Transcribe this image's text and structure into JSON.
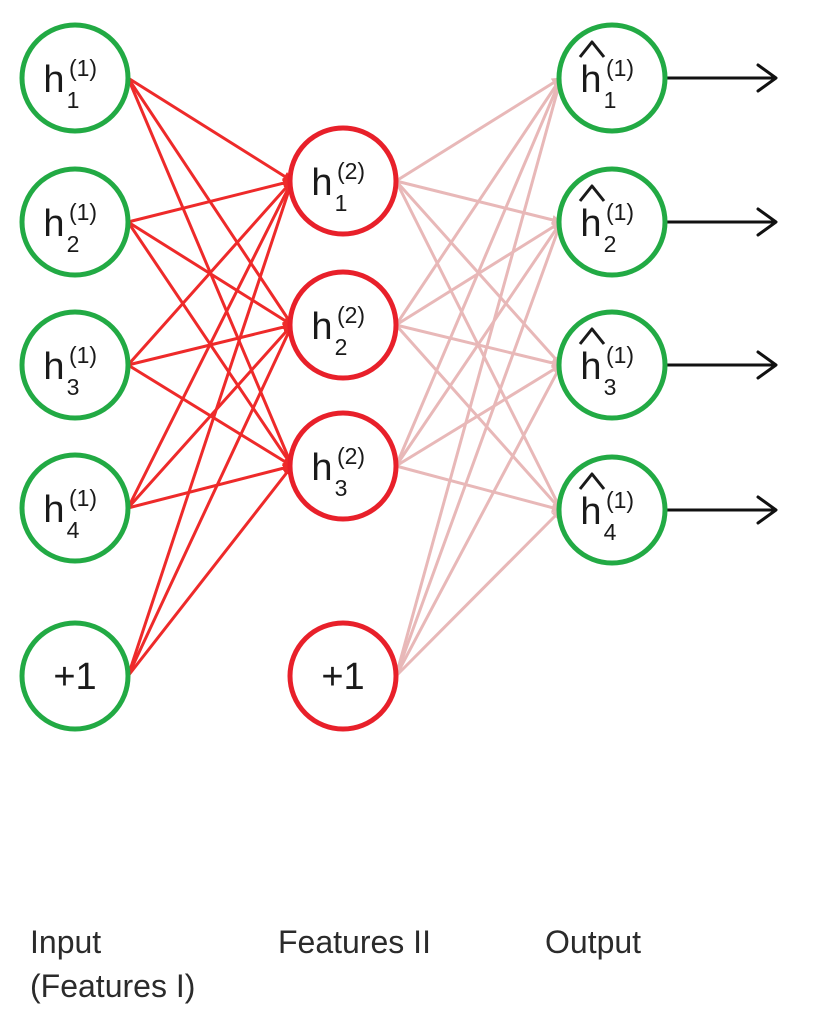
{
  "colors": {
    "input_node": "#22aa44",
    "hidden_node": "#e8202a",
    "output_node": "#22aa44",
    "edge_input_hidden": "#ee2a2a",
    "edge_hidden_output": "#e8b8b8",
    "output_arrow": "#111111"
  },
  "layers": {
    "input": {
      "label_line1": "Input",
      "label_line2": "(Features I)",
      "nodes": [
        {
          "base": "h",
          "sub": "1",
          "sup": "(1)"
        },
        {
          "base": "h",
          "sub": "2",
          "sup": "(1)"
        },
        {
          "base": "h",
          "sub": "3",
          "sup": "(1)"
        },
        {
          "base": "h",
          "sub": "4",
          "sup": "(1)"
        }
      ],
      "bias": "+1"
    },
    "hidden": {
      "label_line1": "Features II",
      "nodes": [
        {
          "base": "h",
          "sub": "1",
          "sup": "(2)"
        },
        {
          "base": "h",
          "sub": "2",
          "sup": "(2)"
        },
        {
          "base": "h",
          "sub": "3",
          "sup": "(2)"
        }
      ],
      "bias": "+1"
    },
    "output": {
      "label_line1": "Output",
      "nodes": [
        {
          "base": "h",
          "sub": "1",
          "sup": "(1)",
          "hat": true
        },
        {
          "base": "h",
          "sub": "2",
          "sup": "(1)",
          "hat": true
        },
        {
          "base": "h",
          "sub": "3",
          "sup": "(1)",
          "hat": true
        },
        {
          "base": "h",
          "sub": "4",
          "sup": "(1)",
          "hat": true
        }
      ]
    }
  }
}
